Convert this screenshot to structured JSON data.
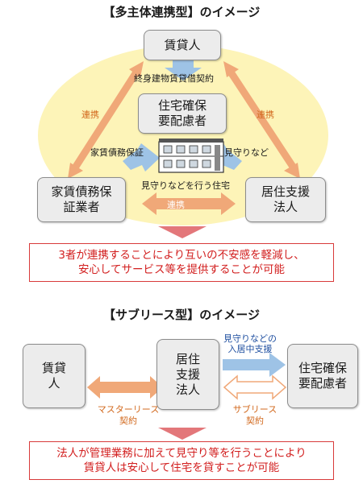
{
  "top": {
    "title": "【多主体連携型】のイメージ",
    "boxes": {
      "lessor": "賃貸人",
      "housing": "住宅確保\n要配慮者",
      "guarantor": "家賃債務保\n証業者",
      "support": "居住支援\n法人"
    },
    "labels": {
      "lease_contract": "終身建物賃貸借契約",
      "coop_left": "連携",
      "coop_right": "連携",
      "coop_bottom": "連携",
      "rent_guarantee": "家賃債務保証",
      "watching": "見守りなど",
      "watched_housing": "見守りなどを行う住宅"
    },
    "summary": "3者が連携することにより互いの不安感を軽減し、\n安心してサービス等を提供することが可能"
  },
  "bottom": {
    "title": "【サブリース型】のイメージ",
    "boxes": {
      "lessor": "賃貸\n人",
      "support": "居住\n支援\n法人",
      "housing": "住宅確保\n要配慮者"
    },
    "labels": {
      "watch_support": "見守りなどの\n入居中支援",
      "master_lease": "マスターリース\n契約",
      "sublease": "サブリース\n契約"
    },
    "summary": "法人が管理業務に加えて見守り等を行うことにより\n賃貸人は安心して住宅を貸すことが可能"
  },
  "colors": {
    "orange_arrow": "#f0a878",
    "blue_arrow": "#9ec3e6",
    "yellow_bg": "#fdf4b8",
    "red": "#d21e1e",
    "pink_arrow": "#e3777a"
  }
}
